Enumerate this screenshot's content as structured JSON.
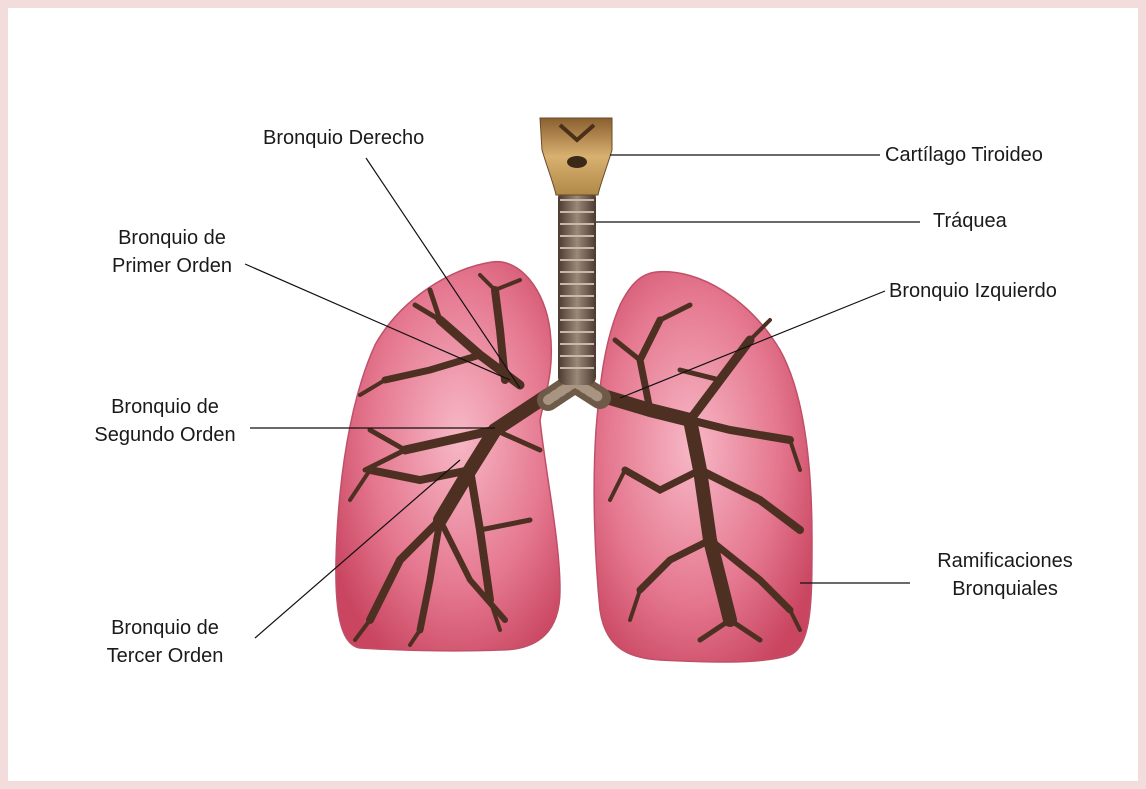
{
  "labels": {
    "bronquio_derecho": "Bronquio Derecho",
    "cartilago_tiroideo": "Cartílago Tiroideo",
    "traquea": "Tráquea",
    "bronquio_izquierdo": "Bronquio Izquierdo",
    "primer_orden": [
      "Bronquio de",
      "Primer Orden"
    ],
    "segundo_orden": [
      "Bronquio de",
      "Segundo Orden"
    ],
    "tercer_orden": [
      "Bronquio de",
      "Tercer Orden"
    ],
    "ramificaciones": [
      "Ramificaciones",
      "Bronquiales"
    ]
  },
  "colors": {
    "background": "#f2dcdc",
    "lung": "#e06a80",
    "bronchi": "#5a3a2a",
    "trachea": "#7a6a5a",
    "cartilage": "#c8a060"
  }
}
